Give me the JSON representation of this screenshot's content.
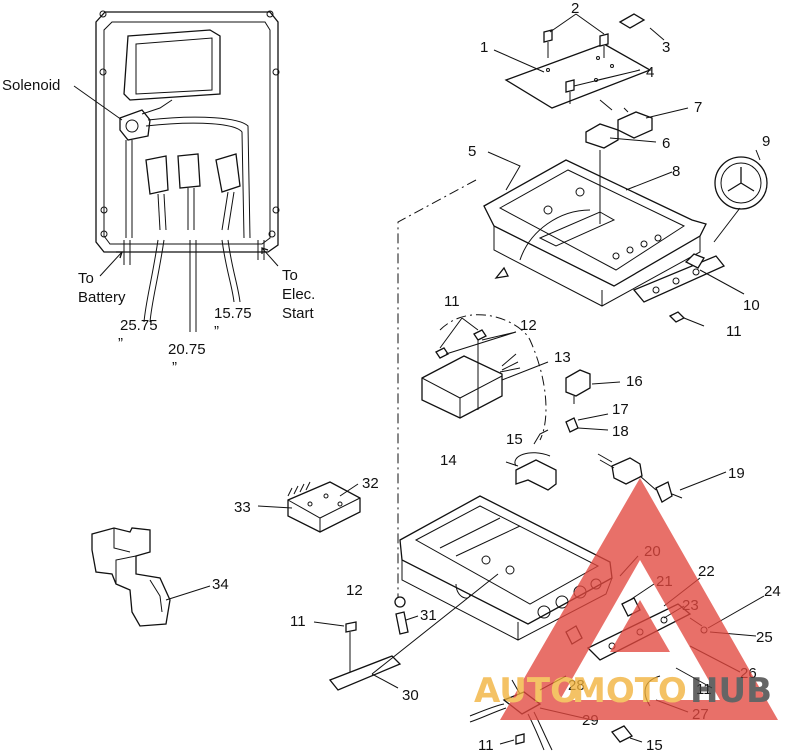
{
  "wiring_labels": {
    "solenoid": "Solenoid",
    "to_battery_1": "To",
    "to_battery_2": "Battery",
    "to_elec_1": "To",
    "to_elec_2": "Elec.",
    "to_elec_3": "Start",
    "len_a": "25.75",
    "len_b": "20.75",
    "len_c": "15.75",
    "inch_mark": "”"
  },
  "callouts": {
    "c1": "1",
    "c2": "2",
    "c3": "3",
    "c4": "4",
    "c5": "5",
    "c6": "6",
    "c7": "7",
    "c8": "8",
    "c9": "9",
    "c10": "10",
    "c11a": "11",
    "c11b": "11",
    "c12a": "12",
    "c13": "13",
    "c14": "14",
    "c15a": "15",
    "c16": "16",
    "c17": "17",
    "c18": "18",
    "c19": "19",
    "c20": "20",
    "c21": "21",
    "c22": "22",
    "c23": "23",
    "c24": "24",
    "c25": "25",
    "c26": "26",
    "c11c": "11",
    "c27": "27",
    "c28": "28",
    "c29": "29",
    "c11d": "11",
    "c15b": "15",
    "c32": "32",
    "c33": "33",
    "c34": "34",
    "c12b": "12",
    "c31": "31",
    "c11e": "11",
    "c30": "30"
  },
  "watermark": {
    "part1": "AUTO",
    "part2": "MOTO",
    "part3": "HUB",
    "color_red": "#e2483f",
    "color_gold": "#f2b23a",
    "color_dark": "#3a3a3a"
  }
}
